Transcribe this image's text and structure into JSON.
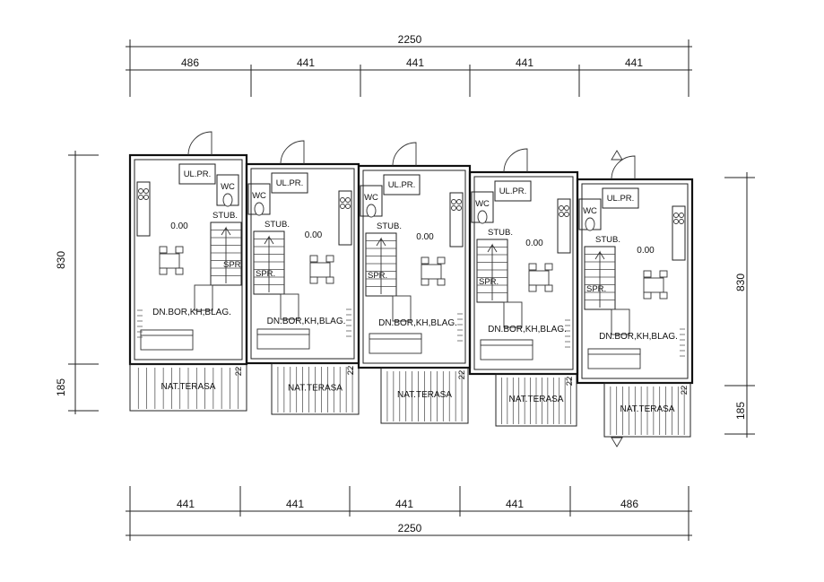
{
  "top_dimensions": {
    "overall": "2250",
    "segments": [
      "486",
      "441",
      "441",
      "441",
      "441"
    ]
  },
  "bottom_dimensions": {
    "overall": "2250",
    "segments": [
      "441",
      "441",
      "441",
      "441",
      "486"
    ]
  },
  "left_dimensions": {
    "upper": "830",
    "lower": "185"
  },
  "right_dimensions": {
    "upper": "830",
    "lower": "185"
  },
  "units": [
    {
      "entrance": "UL.PR.",
      "wc": "WC",
      "stair": "STUB.",
      "storage": "SPR.",
      "level": "0.00",
      "living": "DN.BOR,KH,BLAG.",
      "terrace": "NAT.TERASA",
      "wall_note": "22"
    },
    {
      "entrance": "UL.PR.",
      "wc": "WC",
      "stair": "STUB.",
      "storage": "SPR.",
      "level": "0.00",
      "living": "DN.BOR,KH,BLAG.",
      "terrace": "NAT.TERASA",
      "wall_note": "22"
    },
    {
      "entrance": "UL.PR.",
      "wc": "WC",
      "stair": "STUB.",
      "storage": "SPR.",
      "level": "0.00",
      "living": "DN.BOR,KH,BLAG.",
      "terrace": "NAT.TERASA",
      "wall_note": "22"
    },
    {
      "entrance": "UL.PR.",
      "wc": "WC",
      "stair": "STUB.",
      "storage": "SPR.",
      "level": "0.00",
      "living": "DN.BOR,KH,BLAG.",
      "terrace": "NAT.TERASA",
      "wall_note": "22"
    },
    {
      "entrance": "UL.PR.",
      "wc": "WC",
      "stair": "STUB.",
      "storage": "SPR.",
      "level": "0.00",
      "living": "DN.BOR,KH,BLAG.",
      "terrace": "NAT.TERASA",
      "wall_note": "22"
    }
  ],
  "colors": {
    "ink": "#111111",
    "paper": "#ffffff"
  }
}
